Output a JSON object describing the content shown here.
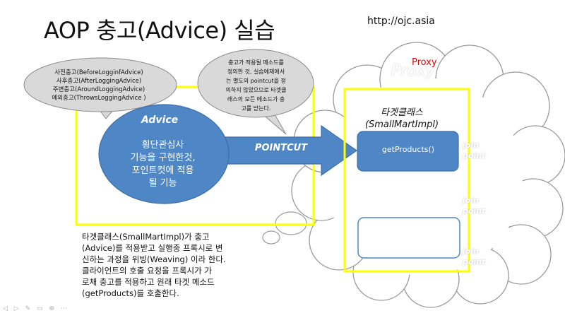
{
  "slide": {
    "title": "AOP 충고(Advice) 실습",
    "url": "http://ojc.asia"
  },
  "advice_types": {
    "lines": [
      "사전충고(BeforeLogginfAdvice)",
      "사후충고(AfterLoggingAdvice)",
      "주변충고(AroundLoggingAdvice)",
      "예외충고(ThrowsLoggingAdvice )"
    ]
  },
  "note": {
    "lines": [
      "충고가 적용될 메소드를",
      "정의한 것, 실습예제에서",
      "는 별도의 pointcut을 정",
      "의하지 않았으므로 타겟클",
      "래스의 모든 메소드가 충",
      "고를 받는다."
    ]
  },
  "advice": {
    "title": "Advice",
    "lines": [
      "횡단관심사",
      "기능을 구현한것,",
      "포인트컷에 적용",
      "될 기능"
    ]
  },
  "pointcut": {
    "label": "POINTCUT"
  },
  "proxy": {
    "label": "Proxy",
    "ghost_label": "Proxy"
  },
  "target": {
    "title_line1": "타겟클래스",
    "title_line2": "(SmallMartImpl)",
    "method": "getProducts()"
  },
  "joinpoints": [
    {
      "line1": "join",
      "line2": "point"
    },
    {
      "line1": "join",
      "line2": "point"
    },
    {
      "line1": "join",
      "line2": "point"
    }
  ],
  "description": {
    "lines": [
      "타겟클래스(SmallMartImpl)가 충고",
      "(Advice)를 적용받고 실행중 프록시로 변",
      "신하는 과정을 위빙(Weaving) 이라 한다.",
      "클라이언트의 호출 요청을  프록시가 가",
      "로채 충고를 적용하고 원래 타겟 메소드",
      "(getProducts)를 호출한다."
    ]
  },
  "controls": {
    "text": "◁ ▷ ✎ ▭ ⊕ ⋯"
  },
  "colors": {
    "blue": "#4f86c6",
    "blue_border": "#3b6ea8",
    "yellow": "#ffff00",
    "callout_fill": "#d9d9d9",
    "callout_stroke": "#8c8c8c",
    "cloud_fill": "#ffffff",
    "cloud_stroke": "#9a9a9a",
    "proxy_red": "#e00000"
  }
}
